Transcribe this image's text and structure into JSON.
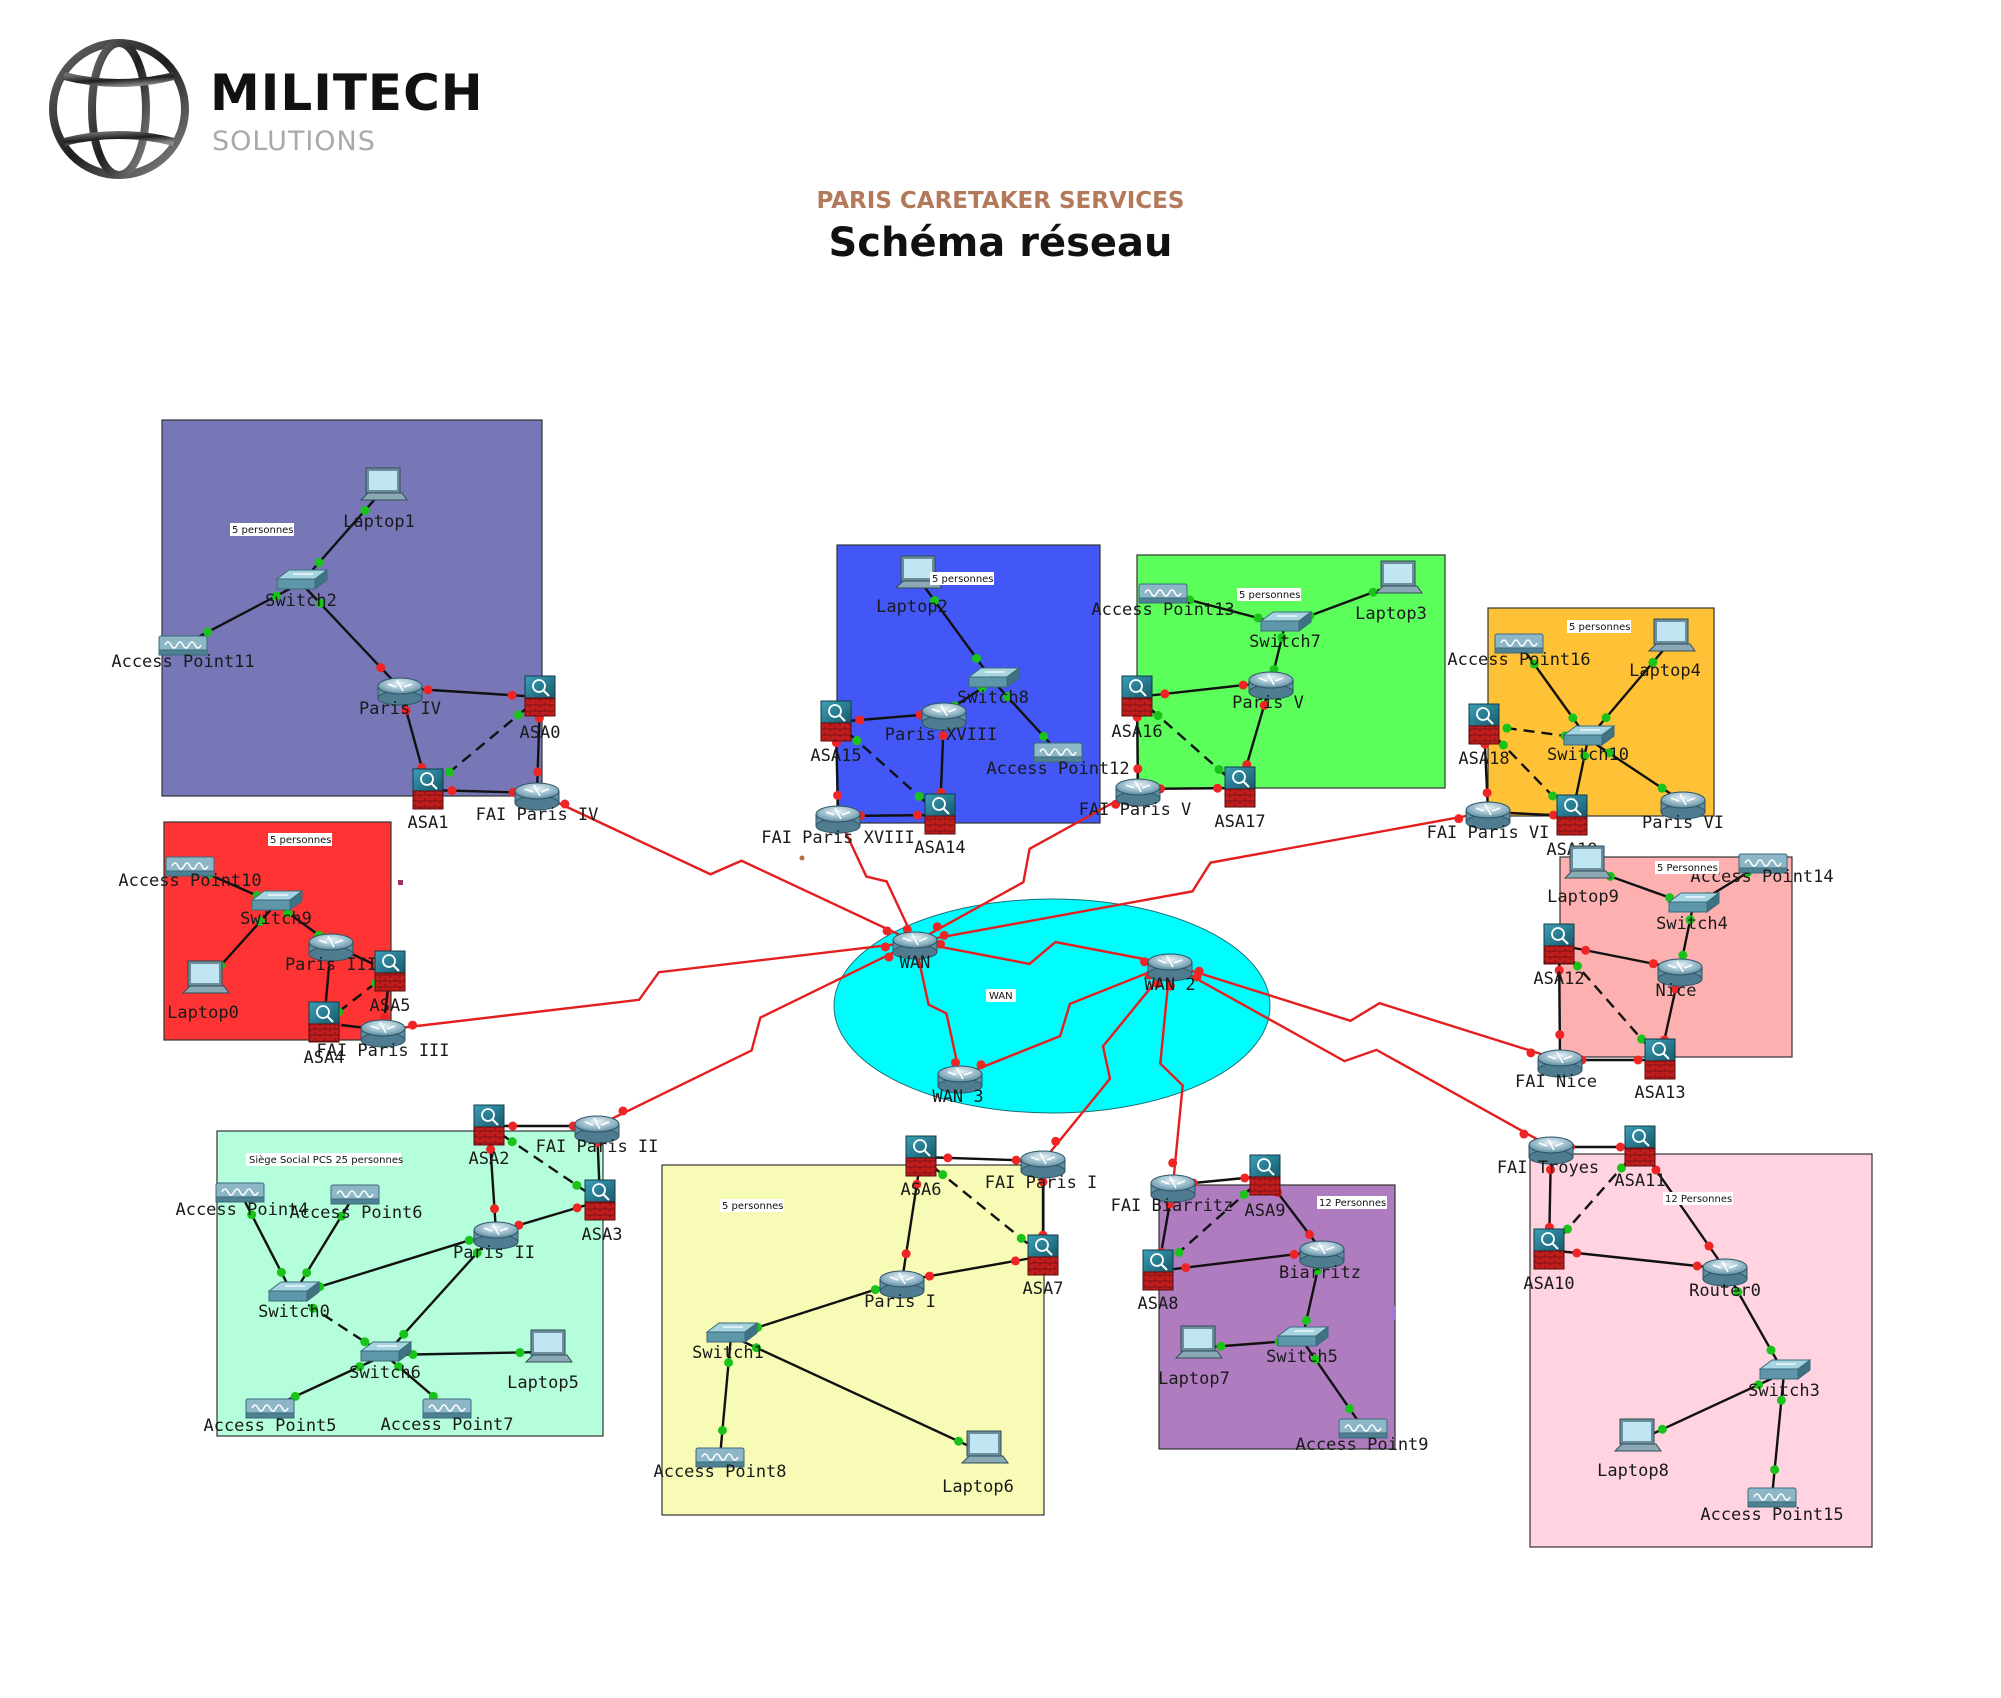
{
  "brand": {
    "name": "MILITECH",
    "tagline": "SOLUTIONS",
    "icon": "globe-icon"
  },
  "title": {
    "subtitle": "PARIS CARETAKER SERVICES",
    "main": "Schéma réseau"
  },
  "colors": {
    "zone_paris4": "#7777b7",
    "zone_paris3": "#fe3434",
    "zone_paris18": "#4257f5",
    "zone_paris5": "#5bfe5b",
    "zone_paris6": "#ffc236",
    "zone_nice": "#fcb0b0",
    "zone_siege": "#b4fedb",
    "zone_paris1": "#f8fbb5",
    "zone_biarritz": "#b07cc0",
    "zone_troyes": "#ffd3e0",
    "wan_cloud": "#00fdfd",
    "wan_link": "#e41e1e",
    "up_port": "#19c319",
    "down_port": "#ef2424"
  },
  "notes": {
    "paris4": "5 personnes",
    "paris3": "5 personnes",
    "paris18": "5 personnes",
    "paris5": "5 personnes",
    "paris6": "5 personnes",
    "nice": "5 Personnes",
    "siege": "Siège Social PCS 25 personnes",
    "paris1": "5 personnes",
    "biarritz": "12 Personnes",
    "troyes": "12 Personnes",
    "wan": "WAN"
  },
  "devices": [
    {
      "id": "laptop1",
      "type": "laptop",
      "label": "Laptop1"
    },
    {
      "id": "switch2",
      "type": "switch",
      "label": "Switch2"
    },
    {
      "id": "ap11",
      "type": "ap",
      "label": "Access Point11"
    },
    {
      "id": "parisIV",
      "type": "router",
      "label": "Paris IV"
    },
    {
      "id": "asa0",
      "type": "asa",
      "label": "ASA0"
    },
    {
      "id": "asa1",
      "type": "asa",
      "label": "ASA1"
    },
    {
      "id": "faiParisIV",
      "type": "router",
      "label": "FAI Paris IV"
    },
    {
      "id": "ap10",
      "type": "ap",
      "label": "Access Point10"
    },
    {
      "id": "switch9",
      "type": "switch",
      "label": "Switch9"
    },
    {
      "id": "parisIII",
      "type": "router",
      "label": "Paris III"
    },
    {
      "id": "asa5",
      "type": "asa",
      "label": "ASA5"
    },
    {
      "id": "laptop0",
      "type": "laptop",
      "label": "Laptop0"
    },
    {
      "id": "asa4",
      "type": "asa",
      "label": "ASA4"
    },
    {
      "id": "faiParisIII",
      "type": "router",
      "label": "FAI Paris III"
    },
    {
      "id": "laptop2",
      "type": "laptop",
      "label": "Laptop2"
    },
    {
      "id": "switch8",
      "type": "switch",
      "label": "Switch8"
    },
    {
      "id": "asa15",
      "type": "asa",
      "label": "ASA15"
    },
    {
      "id": "parisXVIII",
      "type": "router",
      "label": "Paris XVIII"
    },
    {
      "id": "ap12",
      "type": "ap",
      "label": "Access Point12"
    },
    {
      "id": "faiParisXVIII",
      "type": "router",
      "label": "FAI Paris XVIII"
    },
    {
      "id": "asa14",
      "type": "asa",
      "label": "ASA14"
    },
    {
      "id": "ap13",
      "type": "ap",
      "label": "Access Point13"
    },
    {
      "id": "switch7",
      "type": "switch",
      "label": "Switch7"
    },
    {
      "id": "laptop3",
      "type": "laptop",
      "label": "Laptop3"
    },
    {
      "id": "asa16",
      "type": "asa",
      "label": "ASA16"
    },
    {
      "id": "parisV",
      "type": "router",
      "label": "Paris V"
    },
    {
      "id": "faiParisV",
      "type": "router",
      "label": "FAI Paris V"
    },
    {
      "id": "asa17",
      "type": "asa",
      "label": "ASA17"
    },
    {
      "id": "ap16",
      "type": "ap",
      "label": "Access Point16"
    },
    {
      "id": "laptop4",
      "type": "laptop",
      "label": "Laptop4"
    },
    {
      "id": "asa18",
      "type": "asa",
      "label": "ASA18"
    },
    {
      "id": "switch10",
      "type": "switch",
      "label": "Switch10"
    },
    {
      "id": "faiParisVI",
      "type": "router",
      "label": "FAI Paris VI"
    },
    {
      "id": "asa19",
      "type": "asa",
      "label": "ASA19"
    },
    {
      "id": "parisVI",
      "type": "router",
      "label": "Paris VI"
    },
    {
      "id": "laptop9",
      "type": "laptop",
      "label": "Laptop9"
    },
    {
      "id": "ap14",
      "type": "ap",
      "label": "Access Point14"
    },
    {
      "id": "switch4",
      "type": "switch",
      "label": "Switch4"
    },
    {
      "id": "asa12",
      "type": "asa",
      "label": "ASA12"
    },
    {
      "id": "nice",
      "type": "router",
      "label": "Nice"
    },
    {
      "id": "faiNice",
      "type": "router",
      "label": "FAI Nice"
    },
    {
      "id": "asa13",
      "type": "asa",
      "label": "ASA13"
    },
    {
      "id": "wan",
      "type": "router",
      "label": "WAN"
    },
    {
      "id": "wan2",
      "type": "router",
      "label": "WAN 2"
    },
    {
      "id": "wan3",
      "type": "router",
      "label": "WAN 3"
    },
    {
      "id": "asa2",
      "type": "asa",
      "label": "ASA2"
    },
    {
      "id": "faiParisII",
      "type": "router",
      "label": "FAI Paris II"
    },
    {
      "id": "ap4",
      "type": "ap",
      "label": "Access Point4"
    },
    {
      "id": "ap6",
      "type": "ap",
      "label": "Access Point6"
    },
    {
      "id": "parisII",
      "type": "router",
      "label": "Paris II"
    },
    {
      "id": "asa3",
      "type": "asa",
      "label": "ASA3"
    },
    {
      "id": "switch0",
      "type": "switch",
      "label": "Switch0"
    },
    {
      "id": "switch6",
      "type": "switch",
      "label": "Switch6"
    },
    {
      "id": "laptop5",
      "type": "laptop",
      "label": "Laptop5"
    },
    {
      "id": "ap5",
      "type": "ap",
      "label": "Access Point5"
    },
    {
      "id": "ap7",
      "type": "ap",
      "label": "Access Point7"
    },
    {
      "id": "asa6",
      "type": "asa",
      "label": "ASA6"
    },
    {
      "id": "faiParisI",
      "type": "router",
      "label": "FAI Paris I"
    },
    {
      "id": "asa7",
      "type": "asa",
      "label": "ASA7"
    },
    {
      "id": "parisI",
      "type": "router",
      "label": "Paris I"
    },
    {
      "id": "switch1",
      "type": "switch",
      "label": "Switch1"
    },
    {
      "id": "ap8",
      "type": "ap",
      "label": "Access Point8"
    },
    {
      "id": "laptop6",
      "type": "laptop",
      "label": "Laptop6"
    },
    {
      "id": "faiBiarritz",
      "type": "router",
      "label": "FAI Biarritz"
    },
    {
      "id": "asa9",
      "type": "asa",
      "label": "ASA9"
    },
    {
      "id": "asa8",
      "type": "asa",
      "label": "ASA8"
    },
    {
      "id": "biarritz",
      "type": "router",
      "label": "Biarritz"
    },
    {
      "id": "laptop7",
      "type": "laptop",
      "label": "Laptop7"
    },
    {
      "id": "switch5",
      "type": "switch",
      "label": "Switch5"
    },
    {
      "id": "ap9",
      "type": "ap",
      "label": "Access Point9"
    },
    {
      "id": "faiTroyes",
      "type": "router",
      "label": "FAI Troyes"
    },
    {
      "id": "asa11",
      "type": "asa",
      "label": "ASA11"
    },
    {
      "id": "asa10",
      "type": "asa",
      "label": "ASA10"
    },
    {
      "id": "router0",
      "type": "router",
      "label": "Router0"
    },
    {
      "id": "switch3",
      "type": "switch",
      "label": "Switch3"
    },
    {
      "id": "laptop8",
      "type": "laptop",
      "label": "Laptop8"
    },
    {
      "id": "ap15",
      "type": "ap",
      "label": "Access Point15"
    }
  ],
  "links": [
    {
      "a": "laptop1",
      "b": "switch2",
      "style": "solid",
      "state": "up"
    },
    {
      "a": "switch2",
      "b": "ap11",
      "style": "solid",
      "state": "up"
    },
    {
      "a": "switch2",
      "b": "parisIV",
      "style": "solid",
      "state": "mixed"
    },
    {
      "a": "parisIV",
      "b": "asa0",
      "style": "solid",
      "state": "down"
    },
    {
      "a": "parisIV",
      "b": "asa1",
      "style": "solid",
      "state": "down"
    },
    {
      "a": "asa0",
      "b": "asa1",
      "style": "dashed",
      "state": "up"
    },
    {
      "a": "asa0",
      "b": "faiParisIV",
      "style": "solid",
      "state": "down"
    },
    {
      "a": "asa1",
      "b": "faiParisIV",
      "style": "solid",
      "state": "down"
    },
    {
      "a": "ap10",
      "b": "switch9",
      "style": "solid",
      "state": "up"
    },
    {
      "a": "laptop0",
      "b": "switch9",
      "style": "solid",
      "state": "up"
    },
    {
      "a": "switch9",
      "b": "parisIII",
      "style": "solid",
      "state": "up"
    },
    {
      "a": "parisIII",
      "b": "asa5",
      "style": "solid",
      "state": "down"
    },
    {
      "a": "parisIII",
      "b": "asa4",
      "style": "solid",
      "state": "down"
    },
    {
      "a": "asa5",
      "b": "asa4",
      "style": "dashed",
      "state": "up"
    },
    {
      "a": "asa4",
      "b": "faiParisIII",
      "style": "solid",
      "state": "down"
    },
    {
      "a": "asa5",
      "b": "faiParisIII",
      "style": "solid",
      "state": "down"
    },
    {
      "a": "laptop2",
      "b": "switch8",
      "style": "solid",
      "state": "up"
    },
    {
      "a": "switch8",
      "b": "parisXVIII",
      "style": "solid",
      "state": "up"
    },
    {
      "a": "switch8",
      "b": "ap12",
      "style": "solid",
      "state": "up"
    },
    {
      "a": "parisXVIII",
      "b": "asa15",
      "style": "solid",
      "state": "down"
    },
    {
      "a": "parisXVIII",
      "b": "asa14",
      "style": "solid",
      "state": "down"
    },
    {
      "a": "asa15",
      "b": "asa14",
      "style": "dashed",
      "state": "up"
    },
    {
      "a": "asa15",
      "b": "faiParisXVIII",
      "style": "solid",
      "state": "down"
    },
    {
      "a": "asa14",
      "b": "faiParisXVIII",
      "style": "solid",
      "state": "down"
    },
    {
      "a": "ap13",
      "b": "switch7",
      "style": "solid",
      "state": "up"
    },
    {
      "a": "laptop3",
      "b": "switch7",
      "style": "solid",
      "state": "up"
    },
    {
      "a": "switch7",
      "b": "parisV",
      "style": "solid",
      "state": "up"
    },
    {
      "a": "parisV",
      "b": "asa16",
      "style": "solid",
      "state": "down"
    },
    {
      "a": "parisV",
      "b": "asa17",
      "style": "solid",
      "state": "down"
    },
    {
      "a": "asa16",
      "b": "asa17",
      "style": "dashed",
      "state": "up"
    },
    {
      "a": "asa16",
      "b": "faiParisV",
      "style": "solid",
      "state": "down"
    },
    {
      "a": "asa17",
      "b": "faiParisV",
      "style": "solid",
      "state": "down"
    },
    {
      "a": "ap16",
      "b": "switch10",
      "style": "solid",
      "state": "up"
    },
    {
      "a": "laptop4",
      "b": "switch10",
      "style": "solid",
      "state": "up"
    },
    {
      "a": "switch10",
      "b": "parisVI",
      "style": "solid",
      "state": "up"
    },
    {
      "a": "switch10",
      "b": "asa18",
      "style": "dashed",
      "state": "up"
    },
    {
      "a": "switch10",
      "b": "asa19",
      "style": "solid",
      "state": "up"
    },
    {
      "a": "asa18",
      "b": "asa19",
      "style": "dashed",
      "state": "up"
    },
    {
      "a": "asa18",
      "b": "faiParisVI",
      "style": "solid",
      "state": "down"
    },
    {
      "a": "asa19",
      "b": "faiParisVI",
      "style": "solid",
      "state": "down"
    },
    {
      "a": "laptop9",
      "b": "switch4",
      "style": "solid",
      "state": "up"
    },
    {
      "a": "ap14",
      "b": "switch4",
      "style": "solid",
      "state": "up"
    },
    {
      "a": "switch4",
      "b": "nice",
      "style": "solid",
      "state": "up"
    },
    {
      "a": "nice",
      "b": "asa12",
      "style": "solid",
      "state": "down"
    },
    {
      "a": "nice",
      "b": "asa13",
      "style": "solid",
      "state": "down"
    },
    {
      "a": "asa12",
      "b": "asa13",
      "style": "dashed",
      "state": "up"
    },
    {
      "a": "asa12",
      "b": "faiNice",
      "style": "solid",
      "state": "down"
    },
    {
      "a": "asa13",
      "b": "faiNice",
      "style": "solid",
      "state": "down"
    },
    {
      "a": "asa2",
      "b": "faiParisII",
      "style": "solid",
      "state": "down"
    },
    {
      "a": "asa2",
      "b": "parisII",
      "style": "solid",
      "state": "down"
    },
    {
      "a": "asa2",
      "b": "asa3",
      "style": "dashed",
      "state": "up"
    },
    {
      "a": "faiParisII",
      "b": "asa3",
      "style": "solid",
      "state": "down"
    },
    {
      "a": "parisII",
      "b": "asa3",
      "style": "solid",
      "state": "down"
    },
    {
      "a": "parisII",
      "b": "switch0",
      "style": "solid",
      "state": "up"
    },
    {
      "a": "parisII",
      "b": "switch6",
      "style": "solid",
      "state": "up"
    },
    {
      "a": "ap4",
      "b": "switch0",
      "style": "solid",
      "state": "up"
    },
    {
      "a": "ap6",
      "b": "switch0",
      "style": "solid",
      "state": "up"
    },
    {
      "a": "switch0",
      "b": "switch6",
      "style": "dashed",
      "state": "up"
    },
    {
      "a": "switch6",
      "b": "laptop5",
      "style": "solid",
      "state": "up"
    },
    {
      "a": "switch6",
      "b": "ap5",
      "style": "solid",
      "state": "up"
    },
    {
      "a": "switch6",
      "b": "ap7",
      "style": "solid",
      "state": "up"
    },
    {
      "a": "asa6",
      "b": "faiParisI",
      "style": "solid",
      "state": "down"
    },
    {
      "a": "asa6",
      "b": "parisI",
      "style": "solid",
      "state": "down"
    },
    {
      "a": "asa6",
      "b": "asa7",
      "style": "dashed",
      "state": "up"
    },
    {
      "a": "faiParisI",
      "b": "asa7",
      "style": "solid",
      "state": "down"
    },
    {
      "a": "parisI",
      "b": "asa7",
      "style": "solid",
      "state": "down"
    },
    {
      "a": "parisI",
      "b": "switch1",
      "style": "solid",
      "state": "up"
    },
    {
      "a": "switch1",
      "b": "ap8",
      "style": "solid",
      "state": "up"
    },
    {
      "a": "switch1",
      "b": "laptop6",
      "style": "solid",
      "state": "up"
    },
    {
      "a": "faiBiarritz",
      "b": "asa9",
      "style": "solid",
      "state": "down"
    },
    {
      "a": "faiBiarritz",
      "b": "asa8",
      "style": "solid",
      "state": "down"
    },
    {
      "a": "asa9",
      "b": "asa8",
      "style": "dashed",
      "state": "up"
    },
    {
      "a": "asa9",
      "b": "biarritz",
      "style": "solid",
      "state": "down"
    },
    {
      "a": "asa8",
      "b": "biarritz",
      "style": "solid",
      "state": "down"
    },
    {
      "a": "biarritz",
      "b": "switch5",
      "style": "solid",
      "state": "up"
    },
    {
      "a": "laptop7",
      "b": "switch5",
      "style": "solid",
      "state": "up"
    },
    {
      "a": "switch5",
      "b": "ap9",
      "style": "solid",
      "state": "up"
    },
    {
      "a": "faiTroyes",
      "b": "asa11",
      "style": "solid",
      "state": "down"
    },
    {
      "a": "faiTroyes",
      "b": "asa10",
      "style": "solid",
      "state": "down"
    },
    {
      "a": "asa11",
      "b": "asa10",
      "style": "dashed",
      "state": "up"
    },
    {
      "a": "asa11",
      "b": "router0",
      "style": "solid",
      "state": "down"
    },
    {
      "a": "asa10",
      "b": "router0",
      "style": "solid",
      "state": "down"
    },
    {
      "a": "router0",
      "b": "switch3",
      "style": "solid",
      "state": "up"
    },
    {
      "a": "switch3",
      "b": "laptop8",
      "style": "solid",
      "state": "up"
    },
    {
      "a": "switch3",
      "b": "ap15",
      "style": "solid",
      "state": "up"
    }
  ],
  "wan_links": [
    {
      "a": "wan",
      "b": "faiParisIV"
    },
    {
      "a": "wan",
      "b": "faiParisXVIII"
    },
    {
      "a": "wan",
      "b": "faiParisV"
    },
    {
      "a": "wan",
      "b": "faiParisVI"
    },
    {
      "a": "wan",
      "b": "faiParisIII"
    },
    {
      "a": "wan",
      "b": "faiParisII"
    },
    {
      "a": "wan",
      "b": "wan2"
    },
    {
      "a": "wan",
      "b": "wan3"
    },
    {
      "a": "wan3",
      "b": "wan2"
    },
    {
      "a": "wan2",
      "b": "faiNice"
    },
    {
      "a": "wan2",
      "b": "faiParisI"
    },
    {
      "a": "wan2",
      "b": "faiBiarritz"
    },
    {
      "a": "wan2",
      "b": "faiTroyes"
    }
  ]
}
